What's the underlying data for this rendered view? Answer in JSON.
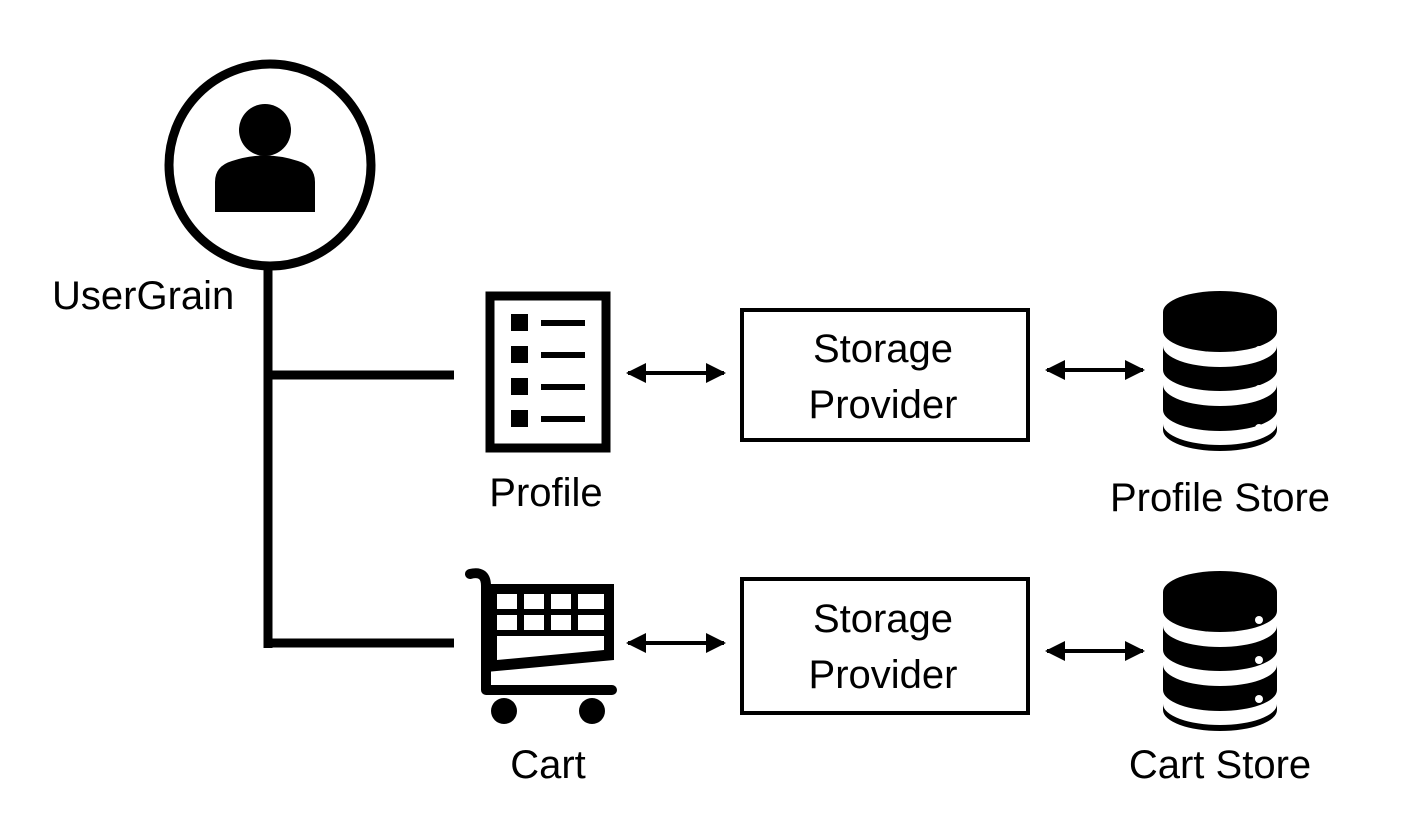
{
  "grain": {
    "label": "UserGrain",
    "icon": "user-icon"
  },
  "states": [
    {
      "key": "profile",
      "label": "Profile",
      "icon": "document-list-icon",
      "provider": {
        "line1": "Storage",
        "line2": "Provider"
      },
      "store": {
        "label": "Profile Store",
        "icon": "database-icon"
      }
    },
    {
      "key": "cart",
      "label": "Cart",
      "icon": "shopping-cart-icon",
      "provider": {
        "line1": "Storage",
        "line2": "Provider"
      },
      "store": {
        "label": "Cart Store",
        "icon": "database-icon"
      }
    }
  ],
  "colors": {
    "stroke": "#000000",
    "background": "#ffffff"
  }
}
